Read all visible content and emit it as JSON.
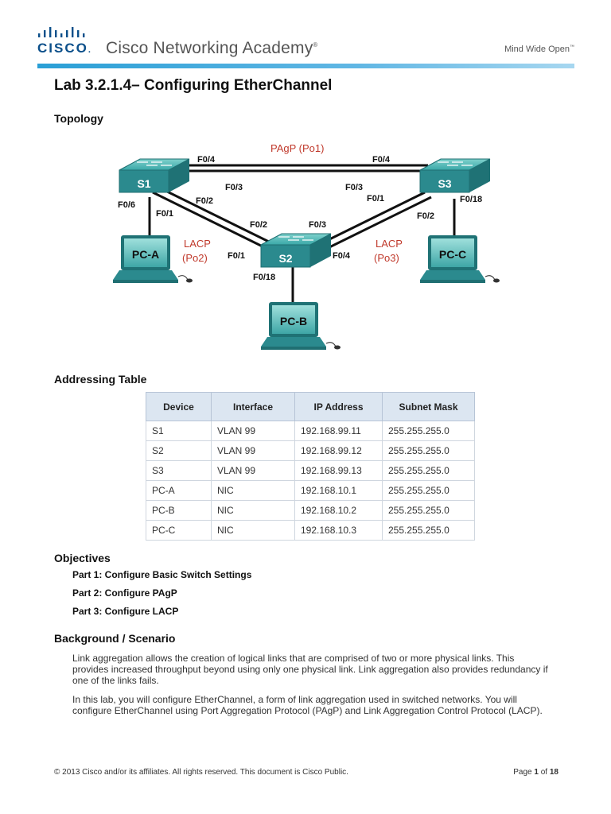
{
  "header": {
    "logo_text": "CISCO",
    "logo_tm": ".",
    "academy_name": "Cisco Networking Academy",
    "academy_mark": "®",
    "tagline": "Mind Wide Open",
    "tagline_mark": "™",
    "colors": {
      "brand_blue": "#0b4f8a",
      "rule_blue": "#2a9fd6"
    }
  },
  "title": "Lab 3.2.1.4– Configuring EtherChannel",
  "sections": {
    "topology": "Topology",
    "addressing": "Addressing Table",
    "objectives": "Objectives",
    "background": "Background / Scenario"
  },
  "topology": {
    "switches": {
      "s1": "S1",
      "s2": "S2",
      "s3": "S3"
    },
    "pcs": {
      "pca": "PC-A",
      "pcb": "PC-B",
      "pcc": "PC-C"
    },
    "groups": {
      "pagp_name": "PAgP (Po1)",
      "lacp_left_1": "LACP",
      "lacp_left_2": "(Po2)",
      "lacp_right_1": "LACP",
      "lacp_right_2": "(Po3)"
    },
    "ports": {
      "s1_s3_f04_left": "F0/4",
      "s1_s3_f04_right": "F0/4",
      "s1_f03": "F0/3",
      "s3_f03": "F0/3",
      "s1_f06": "F0/6",
      "s1_f01": "F0/1",
      "s1_f02": "F0/2",
      "s2_f02": "F0/2",
      "s2_f03": "F0/3",
      "s3_f01": "F0/1",
      "s3_f18": "F0/18",
      "s3_f02": "F0/2",
      "s2_f01": "F0/1",
      "s2_f04": "F0/4",
      "s2_f18": "F0/18"
    },
    "colors": {
      "device_teal": "#2b8a8e",
      "group_red": "#c0392b"
    }
  },
  "table": {
    "headers": [
      "Device",
      "Interface",
      "IP Address",
      "Subnet Mask"
    ],
    "rows": [
      [
        "S1",
        "VLAN 99",
        "192.168.99.11",
        "255.255.255.0"
      ],
      [
        "S2",
        "VLAN 99",
        "192.168.99.12",
        "255.255.255.0"
      ],
      [
        "S3",
        "VLAN 99",
        "192.168.99.13",
        "255.255.255.0"
      ],
      [
        "PC-A",
        "NIC",
        "192.168.10.1",
        "255.255.255.0"
      ],
      [
        "PC-B",
        "NIC",
        "192.168.10.2",
        "255.255.255.0"
      ],
      [
        "PC-C",
        "NIC",
        "192.168.10.3",
        "255.255.255.0"
      ]
    ]
  },
  "objectives": [
    "Part 1: Configure Basic Switch Settings",
    "Part 2: Configure PAgP",
    "Part 3: Configure LACP"
  ],
  "background": {
    "p1": "Link aggregation allows the creation of logical links that are comprised of two or more physical links. This provides increased throughput beyond using only one physical link. Link aggregation also provides redundancy if one of the links fails.",
    "p2": "In this lab, you will configure EtherChannel, a form of link aggregation used in switched networks. You will configure EtherChannel using Port Aggregation Protocol (PAgP) and Link Aggregation Control Protocol (LACP)."
  },
  "footer": {
    "copyright": "© 2013 Cisco and/or its affiliates. All rights reserved. This document is Cisco Public.",
    "page_word": "Page",
    "page_num": "1",
    "of_word": "of",
    "page_total": "18"
  }
}
